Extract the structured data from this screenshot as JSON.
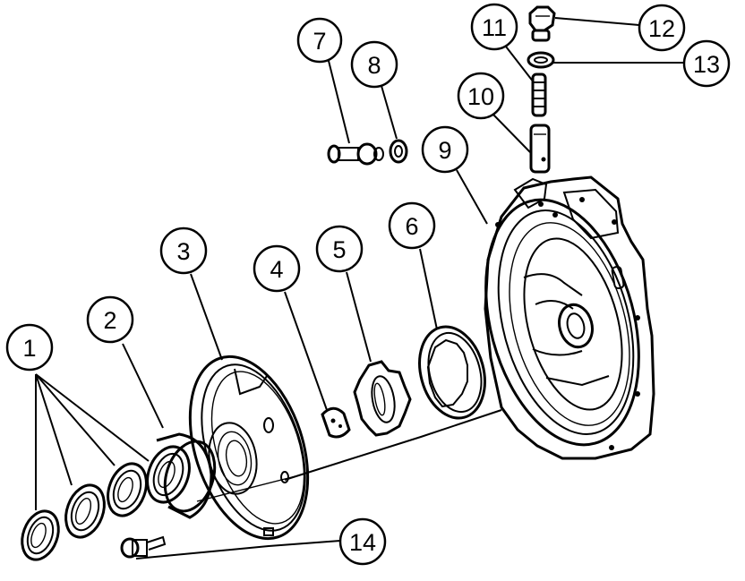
{
  "diagram": {
    "type": "exploded-parts-view",
    "subject": "oil pump assembly",
    "callouts": [
      {
        "id": "callout-1",
        "label": "1"
      },
      {
        "id": "callout-2",
        "label": "2"
      },
      {
        "id": "callout-3",
        "label": "3"
      },
      {
        "id": "callout-4",
        "label": "4"
      },
      {
        "id": "callout-5",
        "label": "5"
      },
      {
        "id": "callout-6",
        "label": "6"
      },
      {
        "id": "callout-7",
        "label": "7"
      },
      {
        "id": "callout-8",
        "label": "8"
      },
      {
        "id": "callout-9",
        "label": "9"
      },
      {
        "id": "callout-10",
        "label": "10"
      },
      {
        "id": "callout-11",
        "label": "11"
      },
      {
        "id": "callout-12",
        "label": "12"
      },
      {
        "id": "callout-13",
        "label": "13"
      },
      {
        "id": "callout-14",
        "label": "14"
      }
    ],
    "parts": [
      {
        "callout": "1",
        "name": "seal-rings",
        "count": 4
      },
      {
        "callout": "2",
        "name": "stator-support-seal"
      },
      {
        "callout": "3",
        "name": "pump-cover"
      },
      {
        "callout": "4",
        "name": "key"
      },
      {
        "callout": "5",
        "name": "inner-gear"
      },
      {
        "callout": "6",
        "name": "outer-gear"
      },
      {
        "callout": "7",
        "name": "bolt"
      },
      {
        "callout": "8",
        "name": "washer"
      },
      {
        "callout": "9",
        "name": "pump-body"
      },
      {
        "callout": "10",
        "name": "valve"
      },
      {
        "callout": "11",
        "name": "spring"
      },
      {
        "callout": "12",
        "name": "plug"
      },
      {
        "callout": "13",
        "name": "gasket"
      },
      {
        "callout": "14",
        "name": "bolt"
      }
    ]
  }
}
